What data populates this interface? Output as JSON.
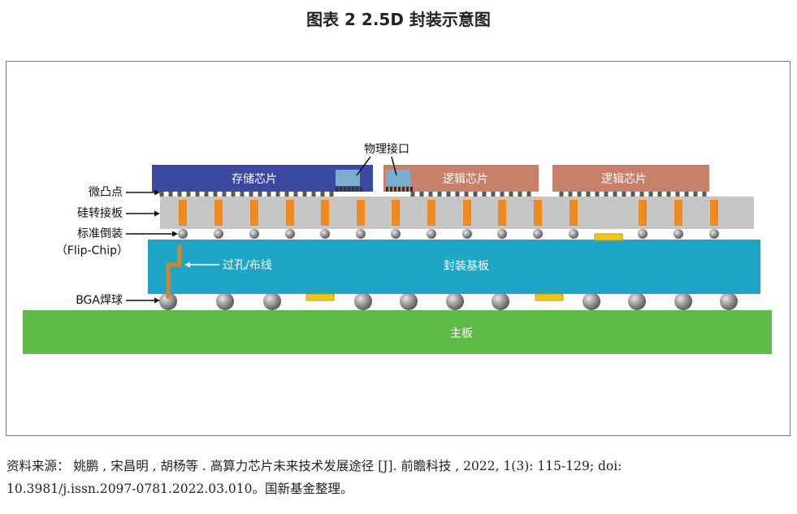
{
  "figure": {
    "title": "图表 2 2.5D 封装示意图"
  },
  "labels": {
    "micro_bump": "微凸点",
    "interposer": "硅转接板",
    "flip_chip_line1": "标准倒装",
    "flip_chip_line2": "（Flip-Chip）",
    "bga": "BGA焊球",
    "physical_interface": "物理接口",
    "via_trace": "过孔/布线"
  },
  "blocks": {
    "memory_chip": "存储芯片",
    "logic_chip_1": "逻辑芯片",
    "logic_chip_2": "逻辑芯片",
    "package_substrate": "封装基板",
    "mainboard": "主板"
  },
  "colors": {
    "memory_chip": "#3a4aa0",
    "logic_chip": "#c8806a",
    "interposer": "#c6c6c6",
    "tsv": "#f08a1e",
    "substrate": "#1fa6c6",
    "mainboard": "#5dbb48",
    "solder_ball": "#8c8c8c",
    "passive": "#f0c419",
    "phy": "#7aaed0",
    "via": "#d4842a"
  },
  "source": {
    "line1": "资料来源： 姚鹏 , 宋昌明 , 胡杨等 . 高算力芯片未来技术发展途径 [J]. 前瞻科技 , 2022, 1(3): 115-129; doi:",
    "line2": "10.3981/j.issn.2097-0781.2022.03.010。国新基金整理。"
  }
}
